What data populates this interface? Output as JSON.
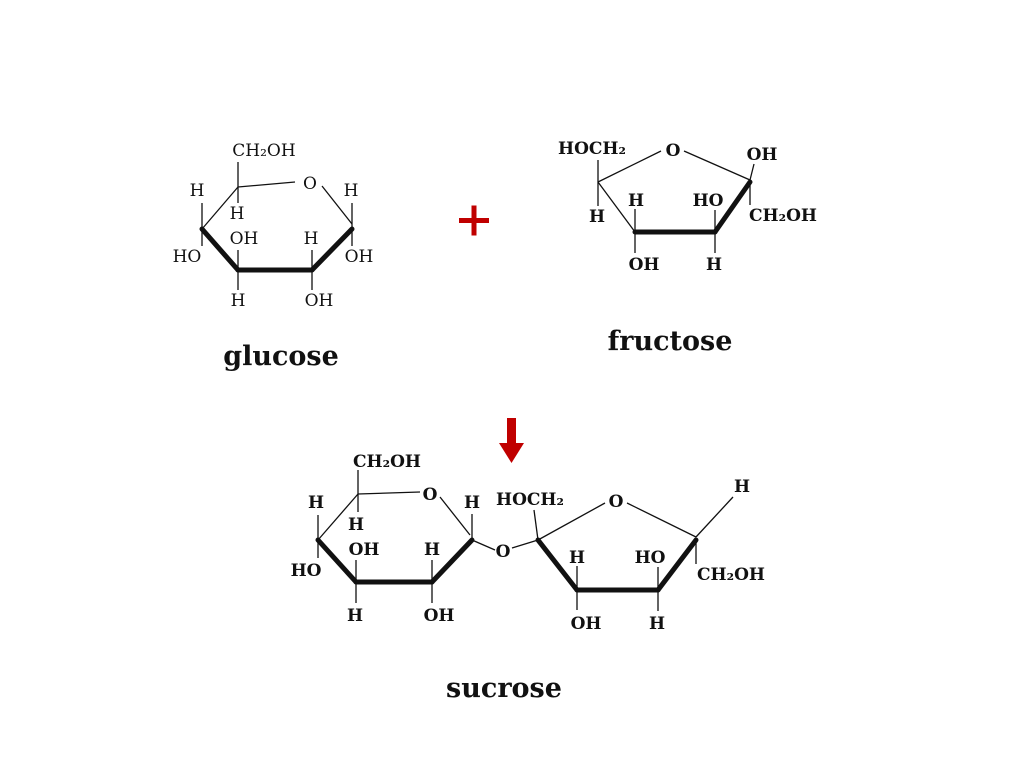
{
  "colors": {
    "accent": "#c00000",
    "ink": "#111111",
    "background": "#ffffff"
  },
  "glucose": {
    "name": "glucose",
    "ch2oh": "CH₂OH",
    "ring_o": "O",
    "h_c5": "H",
    "h_c1": "H",
    "h_c4": "H",
    "oh_c3": "OH",
    "h_c2": "H",
    "ho_c4": "HO",
    "oh_c1": "OH",
    "h_c3": "H",
    "oh_c2": "OH"
  },
  "plus_sign": "+",
  "fructose": {
    "name": "fructose",
    "hoch2": "HOCH₂",
    "ring_o": "O",
    "oh_c2": "OH",
    "h_c5": "H",
    "h_c4": "H",
    "ho_c3": "HO",
    "ch2oh": "CH₂OH",
    "oh_c4": "OH",
    "h_c3": "H"
  },
  "arrow_icon": "down-arrow-icon",
  "sucrose": {
    "name": "sucrose",
    "glc_ch2oh": "CH₂OH",
    "glc_ring_o": "O",
    "glc_h_c1": "H",
    "glc_h_c5": "H",
    "glc_h_c4": "H",
    "glc_oh_c3": "OH",
    "glc_h_c2": "H",
    "glc_ho_c4": "HO",
    "glc_h_c3": "H",
    "glc_oh_c2": "OH",
    "bridge_o": "O",
    "fru_hoch2": "HOCH₂",
    "fru_ring_o": "O",
    "fru_h_top": "H",
    "fru_h_c3": "H",
    "fru_ho_c4": "HO",
    "fru_ch2oh": "CH₂OH",
    "fru_oh_c3": "OH",
    "fru_h_c4": "H"
  }
}
